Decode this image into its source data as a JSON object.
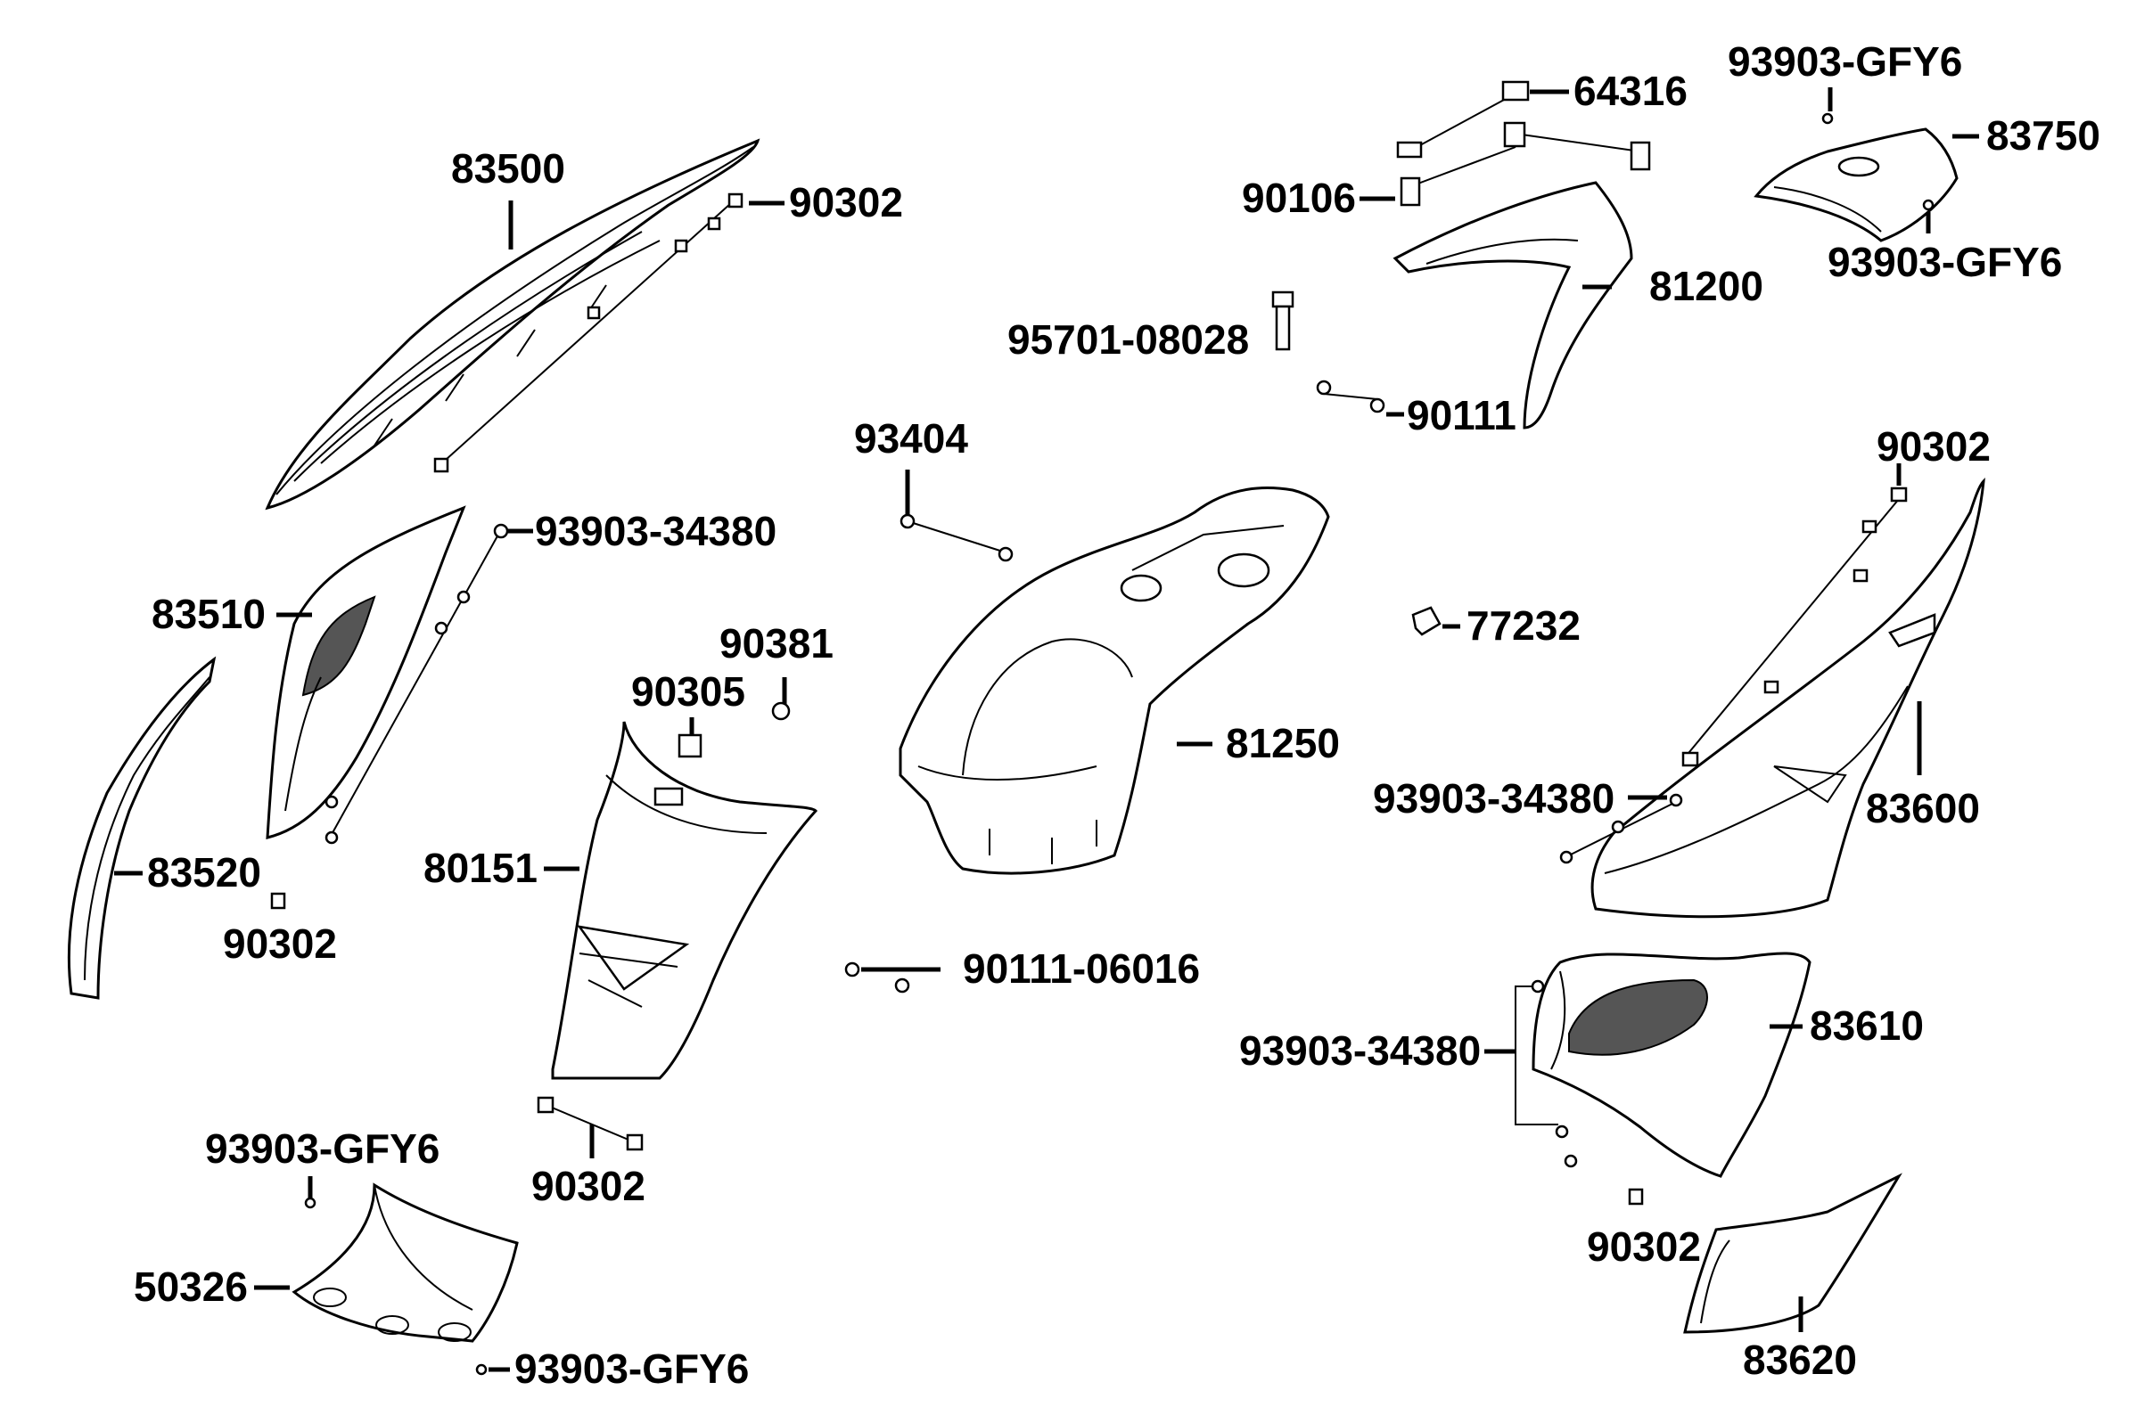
{
  "labels": {
    "p83500": "83500",
    "p90302_a": "90302",
    "p93903_34380_a": "93903-34380",
    "p83510": "83510",
    "p83520": "83520",
    "p90302_b": "90302",
    "p90381": "90381",
    "p90305": "90305",
    "p80151": "80151",
    "p90302_c": "90302",
    "p93903_gfy6_a": "93903-GFY6",
    "p50326": "50326",
    "p93903_gfy6_b": "93903-GFY6",
    "p93404": "93404",
    "p90111_06016": "90111-06016",
    "p81250": "81250",
    "p64316": "64316",
    "p90106": "90106",
    "p81200": "81200",
    "p95701_08028": "95701-08028",
    "p90111": "90111",
    "p93903_gfy6_c": "93903-GFY6",
    "p83750": "83750",
    "p93903_gfy6_d": "93903-GFY6",
    "p77232": "77232",
    "p90302_d": "90302",
    "p93903_34380_b": "93903-34380",
    "p83600": "83600",
    "p93903_34380_c": "93903-34380",
    "p83610": "83610",
    "p90302_e": "90302",
    "p83620": "83620"
  }
}
